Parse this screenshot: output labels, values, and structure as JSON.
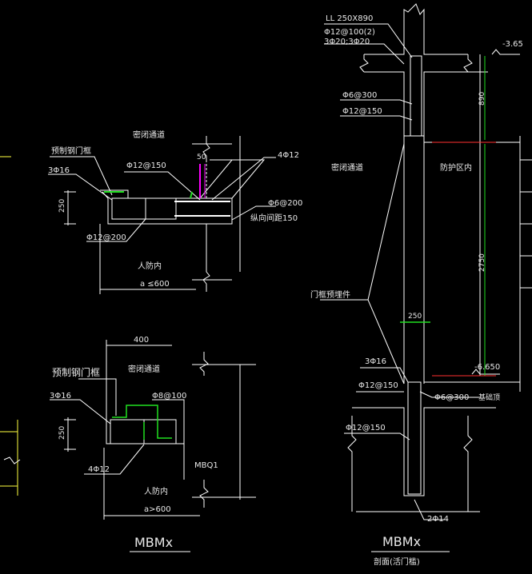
{
  "left_top": {
    "title_top": "密闭通道",
    "label_frame": "预制钢门框",
    "label_3phi16": "3Φ16",
    "label_phi12_150": "Φ12@150",
    "label_dim50": "50",
    "label_4phi12": "4Φ12",
    "label_phi6_200": "Φ6@200",
    "label_spacing": "纵向间距150",
    "label_dim250": "250",
    "label_phi12_200": "Φ12@200",
    "title_bottom": "人防内",
    "label_a": "a ≤600"
  },
  "left_bottom": {
    "label_dim400": "400",
    "label_frame": "预制钢门框",
    "title_top": "密闭通道",
    "label_3phi16": "3Φ16",
    "label_phi8_100": "Φ8@100",
    "label_dim250": "250",
    "label_4phi12": "4Φ12",
    "label_mbq": "MBQ1",
    "title_bottom": "人防内",
    "label_a": "a>600",
    "caption": "MBMx"
  },
  "right": {
    "label_ll": "LL 250X890",
    "label_phi12_100": "Φ12@100(2)",
    "label_3phi20": "3Φ20;3Φ20",
    "label_elev_top": "-3.65",
    "label_phi6_300a": "Φ6@300",
    "label_phi12_150a": "Φ12@150",
    "label_dim890": "890",
    "label_channel": "密闭通道",
    "label_protect": "防护区内",
    "label_dim2750": "2750",
    "label_frame_embed": "门框预埋件",
    "label_dim250": "250",
    "label_3phi16": "3Φ16",
    "label_elev_bottom": "-6.650",
    "label_phi12_150b": "Φ12@150",
    "label_phi6_300b": "Φ6@300",
    "label_base": "基础顶",
    "label_phi12_150c": "Φ12@150",
    "label_2phi14": "2Φ14",
    "caption": "MBMx",
    "sub_caption": "剖面(活门槛)"
  },
  "colors": {
    "line": "#ffffff",
    "green": "#20e020",
    "red": "#ff3030",
    "magenta": "#ff00ff",
    "yellow": "#ffff40"
  }
}
